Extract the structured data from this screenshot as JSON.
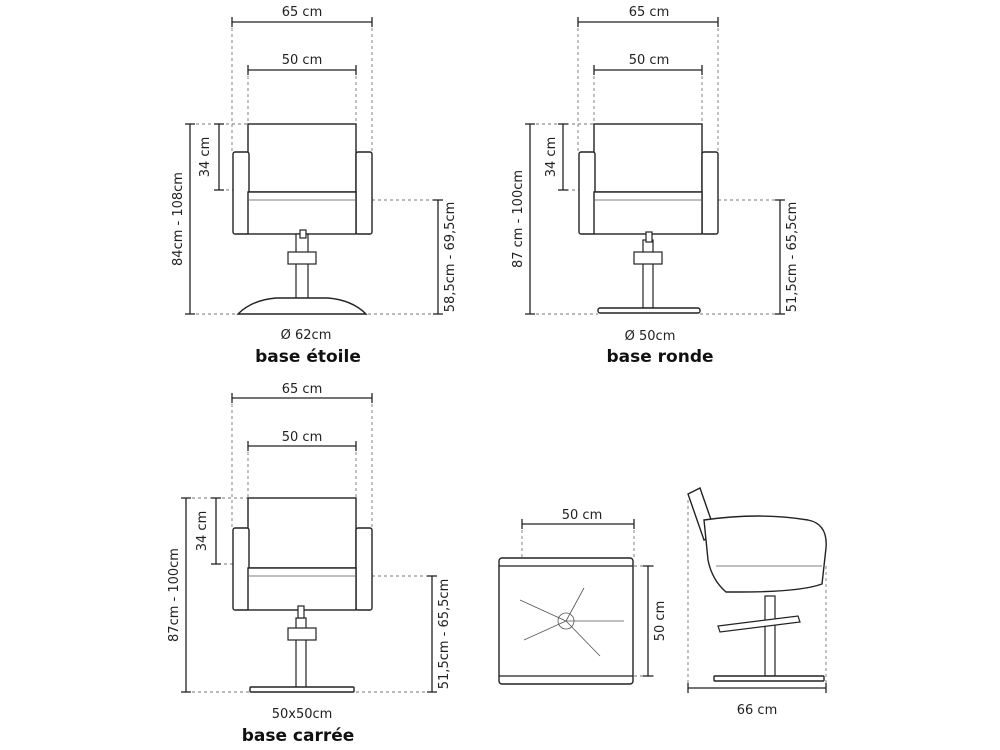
{
  "views": {
    "star": {
      "width_outer": "65 cm",
      "width_inner": "50 cm",
      "back_height": "34 cm",
      "total_height": "84cm - 108cm",
      "seat_height": "58,5cm - 69,5cm",
      "base_size": "Ø 62cm",
      "title": "base étoile"
    },
    "round": {
      "width_outer": "65 cm",
      "width_inner": "50 cm",
      "back_height": "34 cm",
      "total_height": "87 cm - 100cm",
      "seat_height": "51,5cm - 65,5cm",
      "base_size": "Ø 50cm",
      "title": "base ronde"
    },
    "square": {
      "width_outer": "65 cm",
      "width_inner": "50 cm",
      "back_height": "34 cm",
      "total_height": "87cm - 100cm",
      "seat_height": "51,5cm - 65,5cm",
      "base_size": "50x50cm",
      "title": "base carrée"
    },
    "top": {
      "width": "50 cm",
      "depth": "50 cm"
    },
    "side": {
      "depth": "66 cm"
    }
  }
}
